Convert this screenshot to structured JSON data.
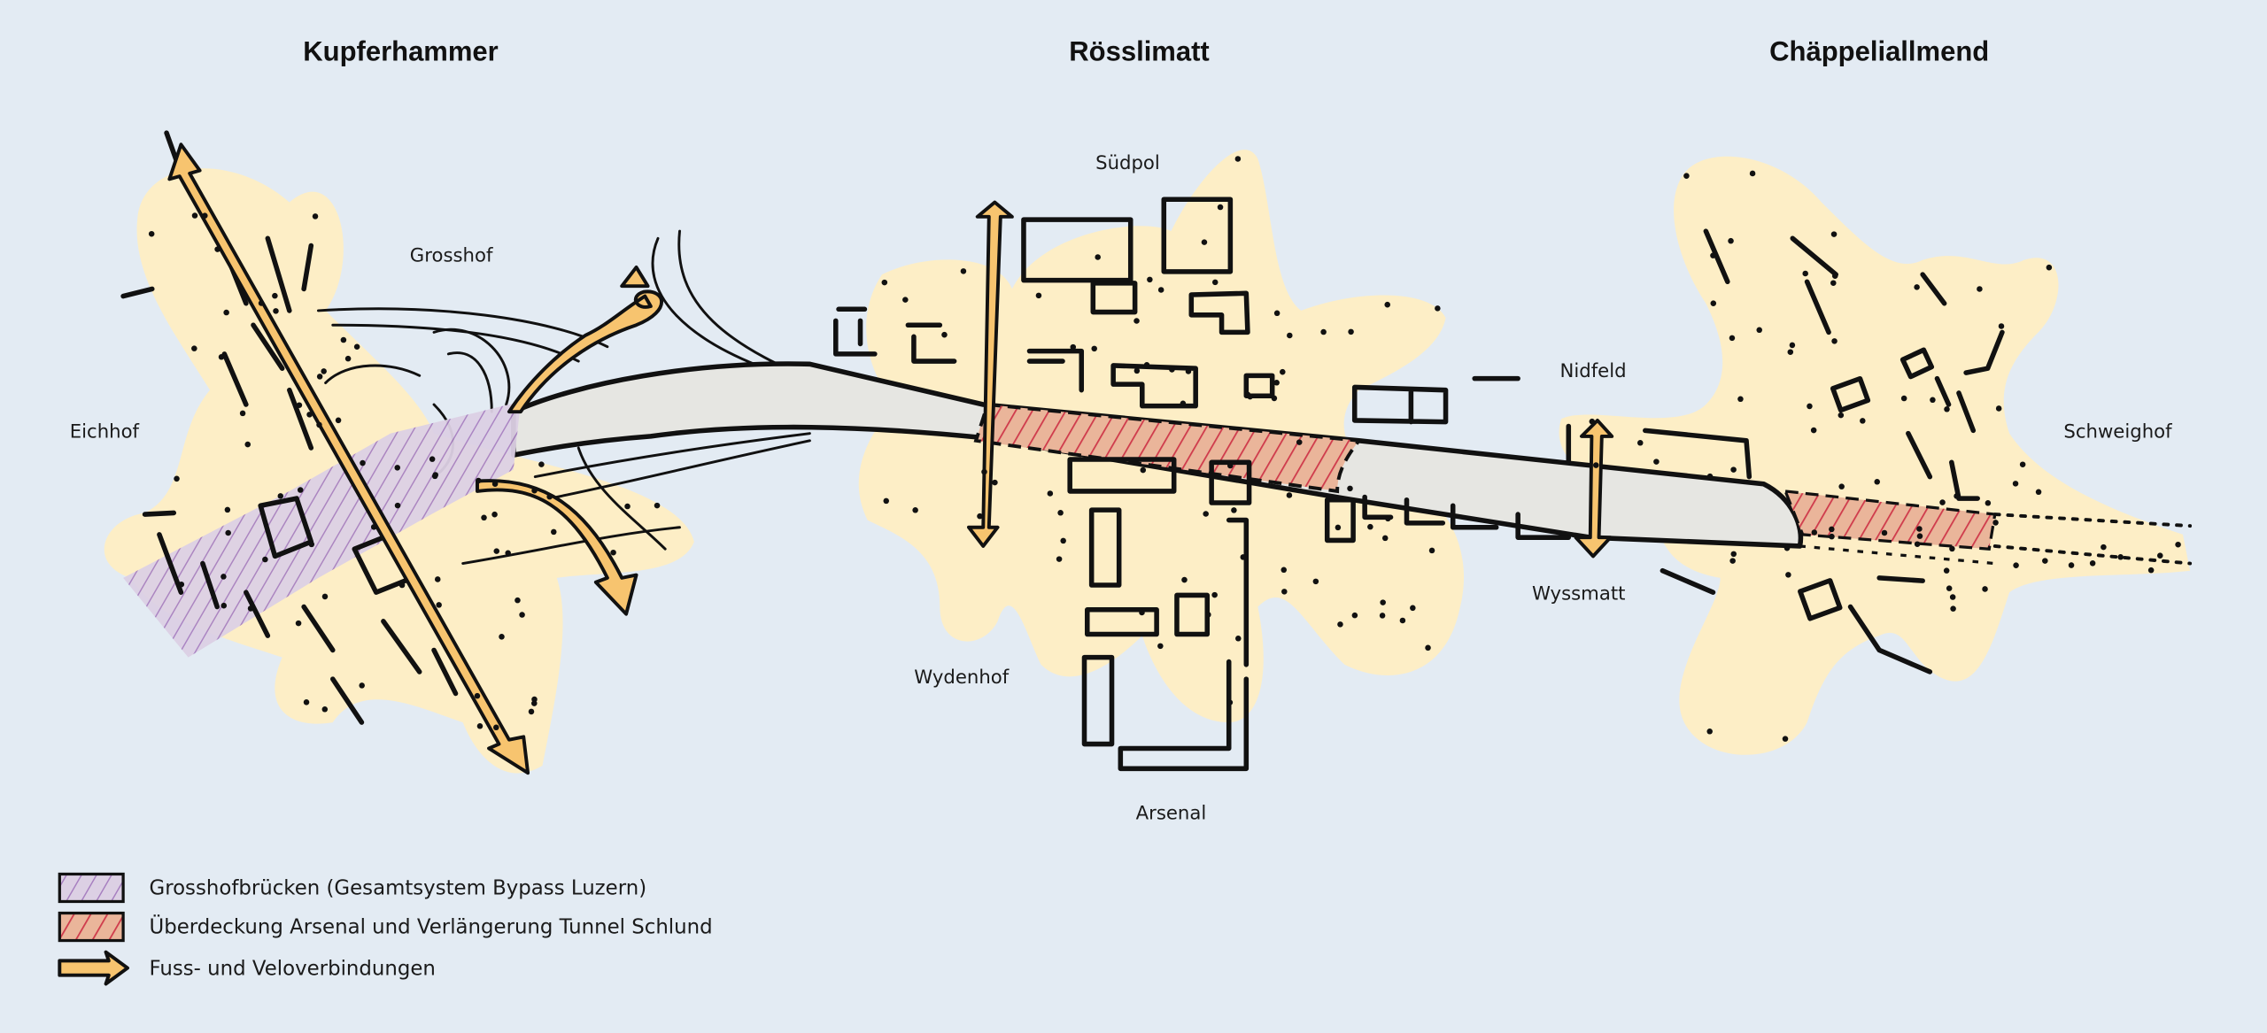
{
  "districts": {
    "kupferhammer": "Kupferhammer",
    "roesslimatt": "Rösslimatt",
    "chaeppeliallmend": "Chäppeliallmend"
  },
  "places": {
    "grosshof": "Grosshof",
    "eichhof": "Eichhof",
    "suedpol": "Südpol",
    "wydenhof": "Wydenhof",
    "arsenal": "Arsenal",
    "nidfeld": "Nidfeld",
    "wyssmatt": "Wyssmatt",
    "schweighof": "Schweighof"
  },
  "legend": [
    {
      "label": "Grosshofbrücken (Gesamtsystem Bypass Luzern)",
      "swatch": "purple-hatch"
    },
    {
      "label": "Überdeckung Arsenal und Verlängerung Tunnel Schlund",
      "swatch": "red-hatch"
    },
    {
      "label": "Fuss- und Veloverbindungen",
      "swatch": "yellow-arrow"
    }
  ],
  "colors": {
    "background": "#e3ebf3",
    "settlement": "#fdeec6",
    "road": "#e6e6e2",
    "purple_hatch": "#b48fc8",
    "red_hatch": "#d9464f",
    "arrow": "#f7c46f"
  }
}
